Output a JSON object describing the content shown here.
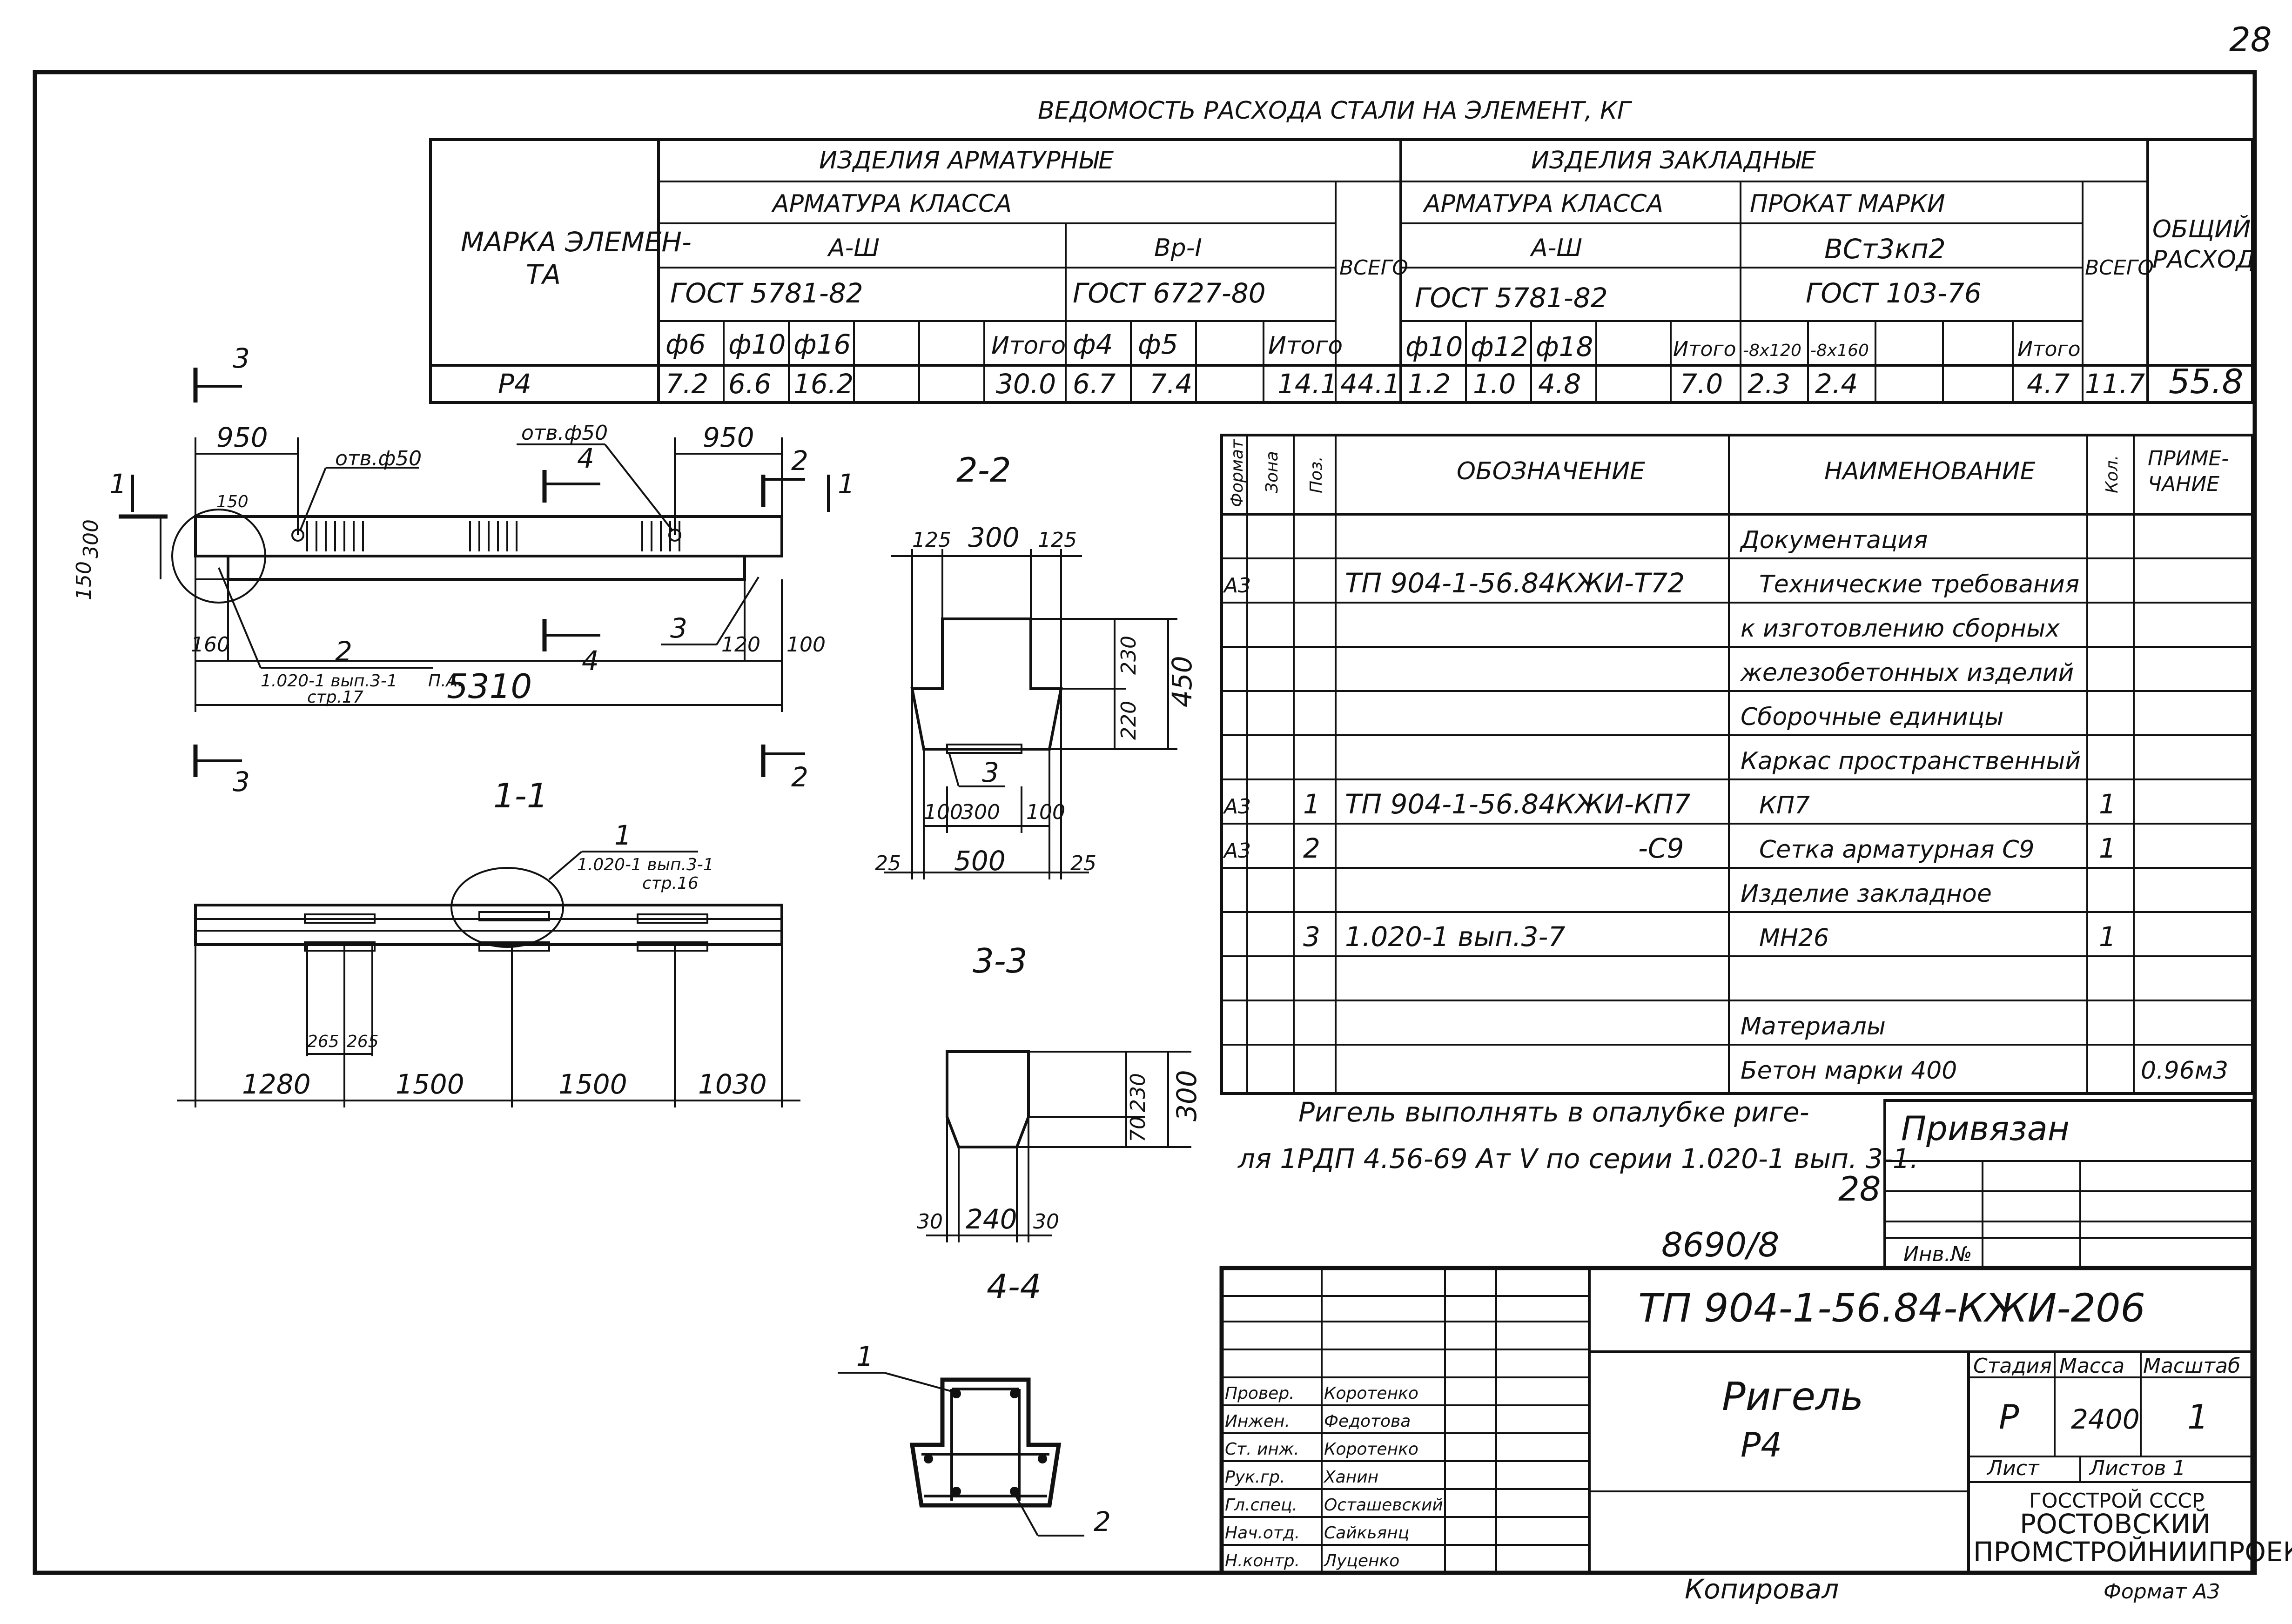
{
  "page_number": "28",
  "steel_table": {
    "title": "ВЕДОМОСТЬ РАСХОДА СТАЛИ НА ЭЛЕМЕНТ, КГ",
    "mark_header": "МАРКА ЭЛЕМЕН-ТА",
    "group_armature": "ИЗДЕЛИЯ АРМАТУРНЫЕ",
    "group_embedded": "ИЗДЕЛИЯ ЗАКЛАДНЫЕ",
    "armature_class": "АРМАТУРА КЛАССА",
    "class_a3": "А-Ш",
    "class_vr1": "Вр-I",
    "gost_a3": "ГОСТ 5781-82",
    "gost_vr1": "ГОСТ 6727-80",
    "total": "ВСЕГО",
    "embedded_class": "АРМАТУРА КЛАССА",
    "embedded_a3": "А-Ш",
    "embedded_gost": "ГОСТ 5781-82",
    "rolled_mark": "ПРОКАТ МАРКИ",
    "rolled_steel": "ВСт3кп2",
    "rolled_gost": "ГОСТ 103-76",
    "total2": "ВСЕГО",
    "overall": "ОБЩИЙ РАСХОД",
    "sub_itogo": "Итого",
    "d_headers_a3": [
      "ф6",
      "ф10",
      "ф16"
    ],
    "d_headers_vr1": [
      "ф4",
      "ф5"
    ],
    "d_headers_emb": [
      "ф10",
      "ф12",
      "ф18"
    ],
    "d_headers_rolled": [
      "-8х120",
      "-8х160"
    ],
    "row_mark": "Р4",
    "row_a3": [
      "7.2",
      "6.6",
      "16.2"
    ],
    "row_a3_total": "30.0",
    "row_vr1": [
      "6.7",
      "7.4"
    ],
    "row_vr1_total": "14.1",
    "row_arm_total": "44.1",
    "row_emb": [
      "1.2",
      "1.0",
      "4.8"
    ],
    "row_emb_total": "7.0",
    "row_rolled": [
      "2.3",
      "2.4"
    ],
    "row_rolled_total": "4.7",
    "row_emb_all": "11.7",
    "row_overall": "55.8"
  },
  "spec_table": {
    "headers": {
      "format": "Формат",
      "zone": "Зона",
      "pos": "Поз.",
      "designation": "ОБОЗНАЧЕНИЕ",
      "name": "НАИМЕНОВАНИЕ",
      "qty": "Кол.",
      "note": "ПРИМЕ-ЧАНИЕ"
    },
    "rows": [
      {
        "format": "",
        "pos": "",
        "designation": "",
        "name": "Документация",
        "qty": "",
        "note": ""
      },
      {
        "format": "А3",
        "pos": "",
        "designation": "ТП 904-1-56.84КЖИ-Т72",
        "name": "Технические требования",
        "qty": "",
        "note": ""
      },
      {
        "format": "",
        "pos": "",
        "designation": "",
        "name": "к изготовлению сборных",
        "qty": "",
        "note": ""
      },
      {
        "format": "",
        "pos": "",
        "designation": "",
        "name": "железобетонных изделий",
        "qty": "",
        "note": ""
      },
      {
        "format": "",
        "pos": "",
        "designation": "",
        "name": "Сборочные единицы",
        "qty": "",
        "note": ""
      },
      {
        "format": "",
        "pos": "",
        "designation": "",
        "name": "Каркас пространственный",
        "qty": "",
        "note": ""
      },
      {
        "format": "А3",
        "pos": "1",
        "designation": "ТП 904-1-56.84КЖИ-КП7",
        "name": "КП7",
        "qty": "1",
        "note": ""
      },
      {
        "format": "А3",
        "pos": "2",
        "designation": "-С9",
        "name": "Сетка арматурная С9",
        "qty": "1",
        "note": ""
      },
      {
        "format": "",
        "pos": "",
        "designation": "",
        "name": "Изделие закладное",
        "qty": "",
        "note": ""
      },
      {
        "format": "",
        "pos": "3",
        "designation": "1.020-1 вып.3-7",
        "name": "МН26",
        "qty": "1",
        "note": ""
      },
      {
        "format": "",
        "pos": "",
        "designation": "",
        "name": "",
        "qty": "",
        "note": ""
      },
      {
        "format": "",
        "pos": "",
        "designation": "",
        "name": "Материалы",
        "qty": "",
        "note": ""
      },
      {
        "format": "",
        "pos": "",
        "designation": "",
        "name": "Бетон марки 400",
        "qty": "",
        "note": "0.96м3"
      }
    ]
  },
  "note": {
    "line1": "Ригель выполнять в опалубке риге-",
    "line2": "ля 1РДП 4.56-69 Ат V по серии 1.020-1 вып. 3-1.",
    "ref": "28"
  },
  "bound": {
    "label": "Привязан",
    "inv": "Инв.№"
  },
  "inv_number": "8690/8",
  "title_block": {
    "code": "ТП 904-1-56.84-КЖИ-206",
    "name1": "Ригель",
    "name2": "Р4",
    "stage_h": "Стадия",
    "mass_h": "Масса",
    "scale_h": "Масштаб",
    "stage": "Р",
    "mass": "2400",
    "scale": "1",
    "sheet_h": "Лист",
    "sheets_h": "Листов 1",
    "org1": "ГОССТРОЙ СССР",
    "org2": "РОСТОВСКИЙ",
    "org3": "ПРОМСТРОЙНИИПРОЕКТ",
    "signers": [
      {
        "role": "Провер.",
        "name": "Коротенко"
      },
      {
        "role": "Инжен.",
        "name": "Федотова"
      },
      {
        "role": "Ст. инж.",
        "name": "Коротенко"
      },
      {
        "role": "Рук.гр.",
        "name": "Ханин"
      },
      {
        "role": "Гл.спец.",
        "name": "Осташевский"
      },
      {
        "role": "Нач.отд.",
        "name": "Сайкьянц"
      },
      {
        "role": "Н.контр.",
        "name": "Луценко"
      }
    ]
  },
  "footer": {
    "copied": "Копировал",
    "format": "Формат А3"
  },
  "drawing": {
    "beam_dims": {
      "left": "950",
      "right": "950",
      "hole_l": "отв.ф50",
      "hole_r": "отв.ф50",
      "d150": "150",
      "d300": "300",
      "d150b": "150",
      "d160": "160",
      "d120": "120",
      "d100": "100",
      "total": "5310",
      "pos2": "2",
      "pos2_ref": "1.020-1 вып.3-1",
      "pos2_page": "стр.17",
      "pa": "П.А.",
      "pos3": "3",
      "cut1": "1",
      "cut2": "2",
      "cut3": "3",
      "cut4": "4"
    },
    "section_11": {
      "title": "1-1",
      "pos1": "1",
      "ref": "1.020-1 вып.3-1",
      "page": "стр.16",
      "d265a": "265",
      "d265b": "265",
      "d1280": "1280",
      "d1500a": "1500",
      "d1500b": "1500",
      "d1030": "1030"
    },
    "section_22": {
      "title": "2-2",
      "d125a": "125",
      "d300": "300",
      "d125b": "125",
      "d230": "230",
      "d220": "220",
      "d450": "450",
      "pos3": "3",
      "d100a": "100",
      "d300b": "300",
      "d100b": "100",
      "d25a": "25",
      "d500": "500",
      "d25b": "25"
    },
    "section_33": {
      "title": "3-3",
      "d230": "230",
      "d70": "70",
      "d300": "300",
      "d30a": "30",
      "d240": "240",
      "d30b": "30"
    },
    "section_44": {
      "title": "4-4",
      "pos1": "1",
      "pos2": "2"
    }
  }
}
